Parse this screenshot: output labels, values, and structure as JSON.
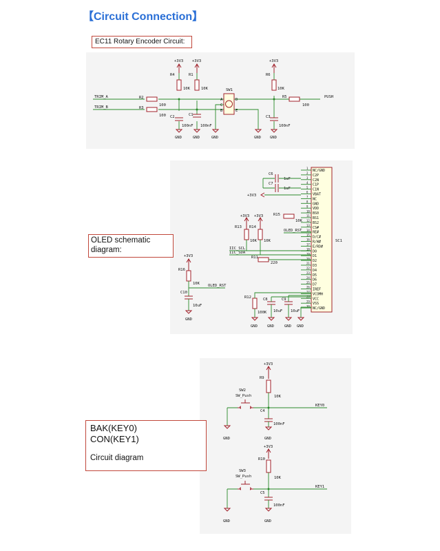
{
  "title": "【Circuit Connection】",
  "ec11": {
    "label": "EC11 Rotary Encoder Circuit:",
    "sw": "SW1",
    "pins": [
      "A",
      "C",
      "B",
      "D",
      "E"
    ],
    "pwr": "+3V3",
    "gnd": "GND",
    "r4": "R4",
    "r1": "R1",
    "r6": "R6",
    "r2": "R2",
    "r3": "R3",
    "r5": "R5",
    "v10k": "10K",
    "v100": "100",
    "c2": "C2",
    "c1": "C1",
    "c3": "C3",
    "v100nf": "100nF",
    "trim_a": "TRIM_A",
    "trim_b": "TRIM_B",
    "push": "PUSH"
  },
  "oled": {
    "label": "OLED schematic diagram:",
    "sc1": "SC1",
    "pins": [
      "NC/GND",
      "C2P",
      "C2N",
      "C1P",
      "C1N",
      "VBAT",
      "NC",
      "GND",
      "VDD",
      "BS0",
      "BS1",
      "BS2",
      "CS#",
      "RE#",
      "D/C#",
      "R/W#",
      "E/RD#",
      "D0",
      "D1",
      "D2",
      "D3",
      "D4",
      "D5",
      "D6",
      "D7",
      "IREF",
      "VCOMH",
      "VCC",
      "VSS",
      "NC/GND"
    ],
    "c6": "C6",
    "c7": "C7",
    "v1uf": "1uF",
    "r15": "R15",
    "v10k": "10K",
    "r13": "R13",
    "r14": "R14",
    "oled_rst": "OLED_RST",
    "iic_scl": "IIC_SCL",
    "iic_sda": "IIC_SDA",
    "r11": "R11",
    "v220": "220",
    "r16": "R16",
    "c10": "C10",
    "v10uf": "10uF",
    "r12": "R12",
    "v100k": "100K",
    "c8": "C8",
    "c9": "C9",
    "pwr": "+3V3",
    "gnd": "GND"
  },
  "keys": {
    "label_line1": "BAK(KEY0)",
    "label_line2": "CON(KEY1)",
    "label_line3": "Circuit diagram",
    "pwr": "+3V3",
    "gnd": "GND",
    "r9": "R9",
    "r10": "R10",
    "v10k": "10K",
    "sw2": "SW2",
    "sw3": "SW3",
    "sw_push": "SW_Push",
    "c4": "C4",
    "c5": "C5",
    "v100nf": "100nF",
    "key0": "KEY0",
    "key1": "KEY1"
  }
}
